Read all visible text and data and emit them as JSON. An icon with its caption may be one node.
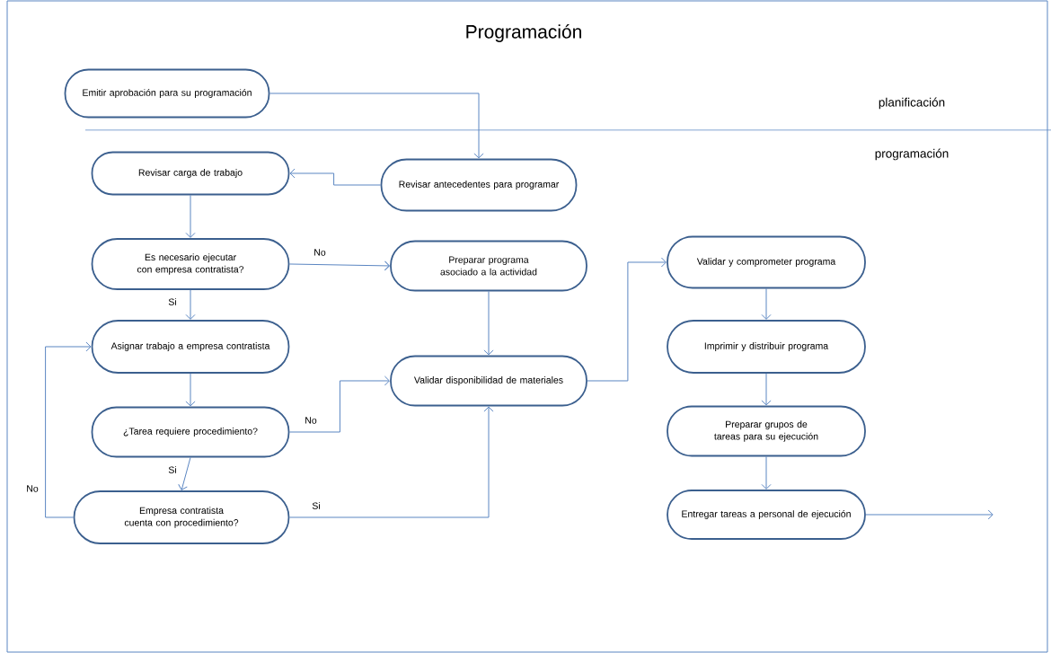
{
  "diagram": {
    "title": "Programación",
    "nodes": [
      {
        "text": [
          "Emitir aprobación para su programación"
        ]
      },
      {
        "text": [
          "Revisar carga de trabajo"
        ]
      },
      {
        "text": [
          "Revisar antecedentes para programar"
        ]
      },
      {
        "text": [
          "Es necesario ejecutar con empresa contratista?"
        ]
      },
      {
        "text": [
          "Preparar programa asociado a la actividad"
        ]
      },
      {
        "text": [
          "Asignar trabajo a empresa contratista"
        ]
      },
      {
        "text": [
          "¿Tarea requiere procedimiento?"
        ]
      },
      {
        "text": [
          "Empresa contratista cuenta con procedimiento?"
        ]
      },
      {
        "text": [
          "Validar disponibilidad de materiales"
        ]
      },
      {
        "text": [
          "Validar y comprometer programa"
        ]
      },
      {
        "text": [
          "Imprimir y distribuir programa"
        ]
      },
      {
        "text": [
          "Preparar grupos de tareas para su ejecución"
        ]
      },
      {
        "text": [
          "Entregar tareas a personal de ejecución"
        ]
      }
    ],
    "edges": [
      {
        "from": 0,
        "to": 2,
        "arrow": "to"
      },
      {
        "from": 2,
        "to": 1,
        "arrow": "to"
      },
      {
        "from": 1,
        "to": 3,
        "arrow": "to"
      },
      {
        "from": 3,
        "to": 4,
        "arrow": "to",
        "label": "No"
      },
      {
        "from": 3,
        "to": 5,
        "arrow": "to",
        "label": "Si"
      },
      {
        "from": 4,
        "to": 8,
        "arrow": "to"
      },
      {
        "from": 5,
        "to": 6,
        "arrow": "to"
      },
      {
        "from": 6,
        "to": 8,
        "arrow": "to",
        "label": "No"
      },
      {
        "from": 6,
        "to": 7,
        "arrow": "to",
        "label": "Si"
      },
      {
        "from": 7,
        "to": 5,
        "arrow": "to",
        "label": "No"
      },
      {
        "from": 7,
        "to": 8,
        "arrow": "to",
        "label": "Si"
      },
      {
        "from": 8,
        "to": 9,
        "arrow": "to"
      },
      {
        "from": 9,
        "to": 10,
        "arrow": "to"
      },
      {
        "from": 10,
        "to": 11,
        "arrow": "to"
      },
      {
        "from": 11,
        "to": 12,
        "arrow": "to"
      },
      {
        "from": 12,
        "to": null,
        "arrow": "to"
      }
    ],
    "labels": [
      "planificación",
      "programación"
    ]
  }
}
